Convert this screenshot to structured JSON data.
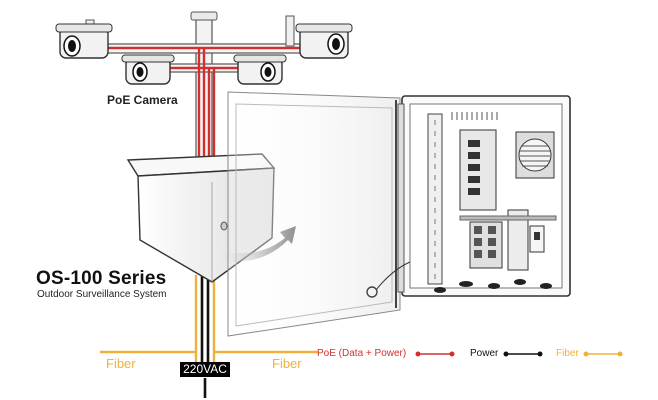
{
  "camera_label": "PoE Camera",
  "series": {
    "title": "OS-100 Series",
    "subtitle": "Outdoor Surveillance System"
  },
  "fiber_left": "Fiber",
  "fiber_right": "Fiber",
  "supply_label": "220VAC",
  "legend": [
    {
      "label": "PoE (Data + Power)",
      "color": "#d32f2f"
    },
    {
      "label": "Power",
      "color": "#111111"
    },
    {
      "label": "Fiber",
      "color": "#f0b13c"
    }
  ],
  "colors": {
    "poe": "#d32f2f",
    "power": "#111111",
    "fiber": "#f0b13c",
    "enclosure": "#f4f4f4",
    "outline": "#333333"
  }
}
